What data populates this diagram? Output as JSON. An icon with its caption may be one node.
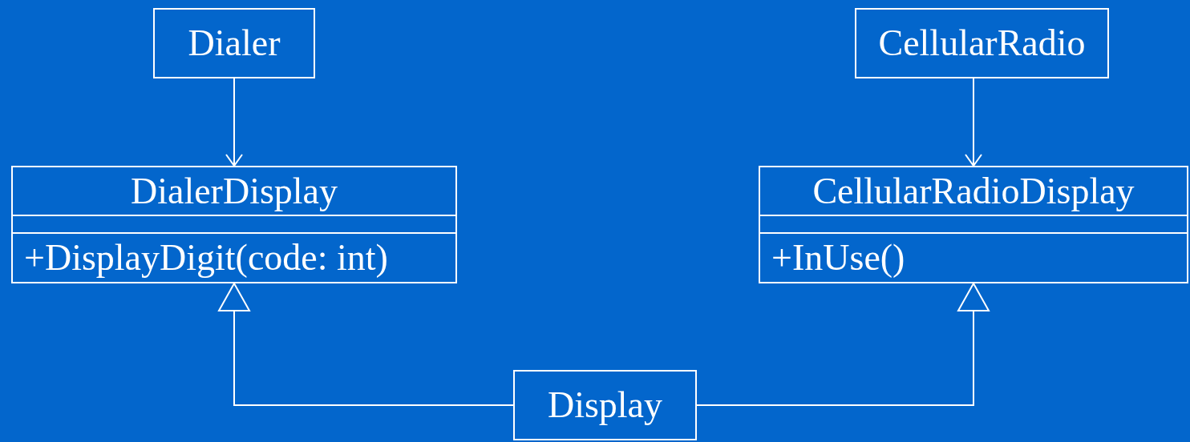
{
  "diagram": {
    "nodes": [
      {
        "text": [
          "Dialer"
        ]
      },
      {
        "text": [
          "DialerDisplay",
          "+DisplayDigit(code: int)"
        ]
      },
      {
        "text": [
          "CellularRadio"
        ]
      },
      {
        "text": [
          "CellularRadioDisplay",
          "+InUse()"
        ]
      },
      {
        "text": [
          "Display"
        ]
      }
    ],
    "edges": [
      {
        "from": 0,
        "to": 1,
        "arrow": "to"
      },
      {
        "from": 2,
        "to": 3,
        "arrow": "to"
      },
      {
        "from": 4,
        "to": 1,
        "arrow": "to"
      },
      {
        "from": 4,
        "to": 3,
        "arrow": "to"
      }
    ]
  }
}
